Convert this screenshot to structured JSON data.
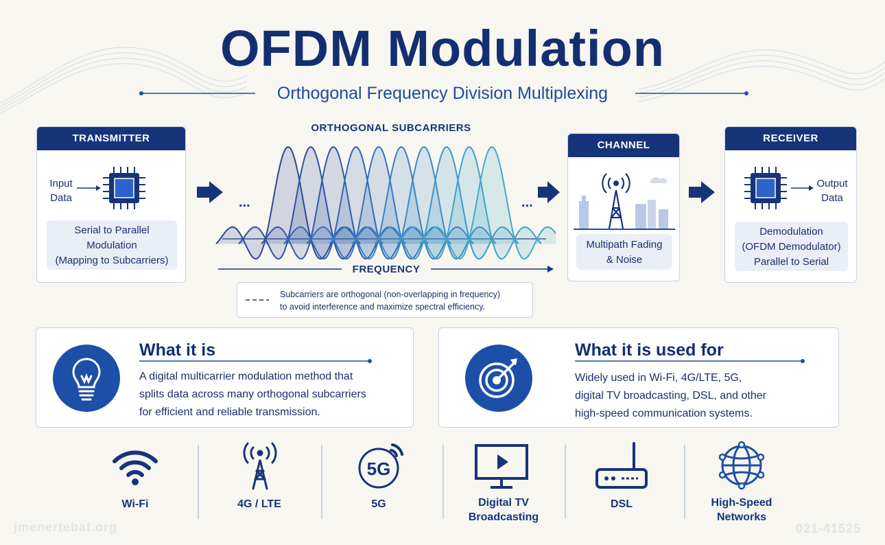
{
  "header": {
    "title": "OFDM Modulation",
    "subtitle": "Orthogonal Frequency Division Multiplexing"
  },
  "transmitter": {
    "heading": "TRANSMITTER",
    "input_line1": "Input",
    "input_line2": "Data",
    "steps": [
      "Serial to Parallel",
      "Modulation",
      "(Mapping to Subcarriers)"
    ]
  },
  "subcarriers": {
    "heading": "ORTHOGONAL SUBCARRIERS",
    "axis_label": "FREQUENCY",
    "ellipsis_left": "...",
    "ellipsis_right": "...",
    "note_line1": "Subcarriers are orthogonal (non-overlapping in frequency)",
    "note_line2": "to avoid interference and maximize spectral efficiency.",
    "count": 10,
    "colors": [
      "#2d4596",
      "#2f4f9f",
      "#3159a8",
      "#3565b2",
      "#3771bb",
      "#3a7ec2",
      "#3b8bc7",
      "#3d97c9",
      "#3fa2c8",
      "#42abc4"
    ]
  },
  "channel": {
    "heading": "CHANNEL",
    "line1": "Multipath Fading",
    "line2": "& Noise"
  },
  "receiver": {
    "heading": "RECEIVER",
    "output_line1": "Output",
    "output_line2": "Data",
    "steps": [
      "Demodulation",
      "(OFDM Demodulator)",
      "Parallel to Serial"
    ]
  },
  "what_it_is": {
    "title": "What it is",
    "lines": [
      "A digital multicarrier modulation method that",
      "splits data across many orthogonal subcarriers",
      "for efficient and reliable transmission."
    ]
  },
  "used_for": {
    "title": "What it is used for",
    "lines": [
      "Widely used in Wi-Fi, 4G/LTE, 5G,",
      "digital TV broadcasting, DSL, and other",
      "high-speed communication systems."
    ]
  },
  "applications": [
    {
      "icon": "wifi-icon",
      "label1": "Wi-Fi",
      "label2": ""
    },
    {
      "icon": "cell-tower-icon",
      "label1": "4G / LTE",
      "label2": ""
    },
    {
      "icon": "5g-icon",
      "label1": "5G",
      "label2": "",
      "glyph": "5G"
    },
    {
      "icon": "tv-icon",
      "label1": "Digital TV",
      "label2": "Broadcasting"
    },
    {
      "icon": "router-icon",
      "label1": "DSL",
      "label2": ""
    },
    {
      "icon": "globe-network-icon",
      "label1": "High-Speed",
      "label2": "Networks"
    }
  ],
  "watermarks": {
    "left": "jmenertebat.org",
    "right": "021-41525"
  },
  "colors": {
    "navy": "#17347a",
    "blue": "#1d4fa8",
    "background": "#f7f6f0"
  }
}
